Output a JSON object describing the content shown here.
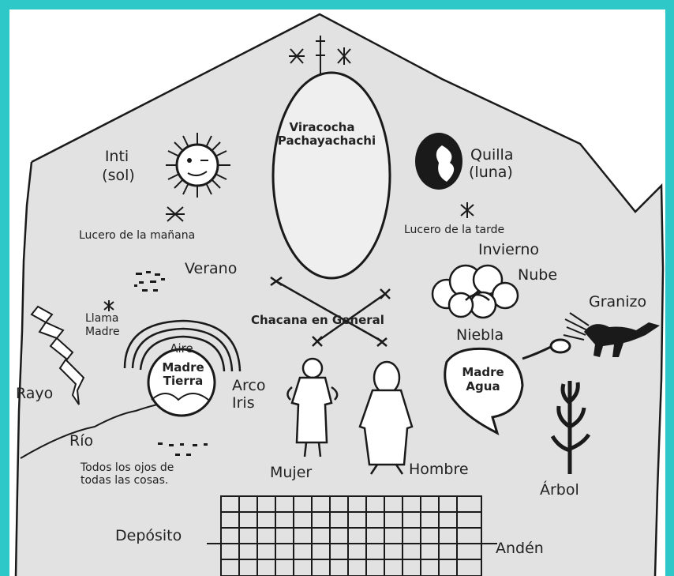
{
  "colors": {
    "frame": "#2ec8c8",
    "page": "#e2e2e2",
    "ink": "#1a1a1a",
    "oval": "#efefef"
  },
  "labels": {
    "viracocha_1": "Viracocha",
    "viracocha_2": "Pachayachachi",
    "inti_1": "Inti",
    "inti_2": "(sol)",
    "quilla_1": "Quilla",
    "quilla_2": "(luna)",
    "lucero_manana": "Lucero de la mañana",
    "lucero_tarde": "Lucero de la tarde",
    "invierno": "Invierno",
    "verano": "Verano",
    "nube": "Nube",
    "granizo": "Granizo",
    "llama_1": "Llama",
    "llama_2": "Madre",
    "chacana": "Chacana en General",
    "niebla": "Niebla",
    "aire": "Aire",
    "madre_tierra_1": "Madre",
    "madre_tierra_2": "Tierra",
    "arco_1": "Arco",
    "arco_2": "Iris",
    "madre_agua_1": "Madre",
    "madre_agua_2": "Agua",
    "rayo": "Rayo",
    "rio": "Río",
    "ojos_1": "Todos los ojos de",
    "ojos_2": "todas las cosas.",
    "mujer": "Mujer",
    "hombre": "Hombre",
    "arbol": "Árbol",
    "deposito": "Depósito",
    "anden": "Andén"
  }
}
